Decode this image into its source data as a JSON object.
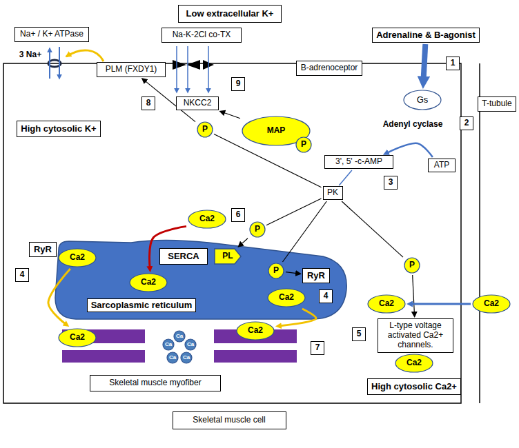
{
  "diagram": {
    "nodes": [
      {
        "text": [
          "Low extracellular K+"
        ]
      },
      {
        "text": [
          "Na+ / K+ ATPase"
        ]
      },
      {
        "text": [
          "Na-K-2Cl co-TX"
        ]
      },
      {
        "text": [
          "Adrenaline & B-agonist"
        ]
      },
      {
        "text": [
          "PLM (FXDY1)"
        ]
      },
      {
        "text": [
          "B-adrenoceptor"
        ]
      },
      {
        "text": [
          "NKCC2"
        ]
      },
      {
        "text": [
          "T-tubule"
        ]
      },
      {
        "text": [
          "Gs"
        ]
      },
      {
        "text": [
          "High cytosolic K+"
        ]
      },
      {
        "text": [
          "MAP"
        ]
      },
      {
        "text": [
          "P"
        ]
      },
      {
        "text": [
          "P"
        ]
      },
      {
        "text": [
          "ATP"
        ]
      },
      {
        "text": [
          "3', 5' -c-AMP"
        ]
      },
      {
        "text": [
          "PK"
        ]
      },
      {
        "text": [
          "Ca2"
        ]
      },
      {
        "text": [
          "P"
        ]
      },
      {
        "text": [
          "Sarcoplasmic reticulum"
        ]
      },
      {
        "text": [
          "Ca2"
        ],
        "in": 18
      },
      {
        "text": [
          "Ca2"
        ],
        "in": 18
      },
      {
        "text": [
          "Ca2"
        ],
        "in": 18
      },
      {
        "text": [
          "RyR"
        ]
      },
      {
        "text": [
          "SERCA"
        ]
      },
      {
        "text": [
          "PL"
        ]
      },
      {
        "text": [
          "RyR"
        ]
      },
      {
        "text": [
          "P"
        ]
      },
      {
        "text": [
          "P"
        ]
      },
      {
        "text": [
          "Ca2"
        ]
      },
      {
        "text": [
          "Ca2"
        ]
      },
      {
        "text": [
          "L-type voltage activated Ca2+ channels."
        ]
      },
      {
        "text": [
          "Ca2"
        ]
      },
      {
        "text": [
          "Ca2"
        ]
      },
      {
        "text": [
          "Ca"
        ]
      },
      {
        "text": [
          "Ca"
        ]
      },
      {
        "text": [
          "Ca"
        ]
      },
      {
        "text": [
          "Ca"
        ]
      },
      {
        "text": [
          "Ca"
        ]
      },
      {
        "text": [
          "Skeletal muscle myofiber"
        ]
      },
      {
        "text": [
          "Ca2"
        ]
      },
      {
        "text": [
          "High cytosolic Ca2+"
        ]
      },
      {
        "text": [
          "Skeletal muscle cell"
        ]
      }
    ],
    "edges": [
      {
        "from": 3,
        "to": 8,
        "arrow": "to"
      },
      {
        "from": 13,
        "to": 14,
        "arrow": "to"
      },
      {
        "from": 14,
        "to": 15,
        "arrow": "none"
      },
      {
        "from": 15,
        "to": 12,
        "arrow": "none"
      },
      {
        "from": 12,
        "to": 4,
        "arrow": "to"
      },
      {
        "from": 10,
        "to": 6,
        "arrow": "to"
      },
      {
        "from": 15,
        "to": 17,
        "arrow": "none"
      },
      {
        "from": 17,
        "to": 24,
        "arrow": "to"
      },
      {
        "from": 15,
        "to": 26,
        "arrow": "none"
      },
      {
        "from": 26,
        "to": 25,
        "arrow": "to"
      },
      {
        "from": 15,
        "to": 27,
        "arrow": "none"
      },
      {
        "from": 27,
        "to": 30,
        "arrow": "to"
      },
      {
        "from": 16,
        "to": 20,
        "arrow": "to"
      },
      {
        "from": 19,
        "to": 31,
        "arrow": "to"
      },
      {
        "from": 21,
        "to": 32,
        "arrow": "to"
      },
      {
        "from": 29,
        "to": 28,
        "arrow": "to"
      }
    ],
    "labels": [
      "1",
      "3 Na+",
      "9",
      "8",
      "Adenyl cyclase",
      "2",
      "3",
      "6",
      "4",
      "4",
      "5",
      "7"
    ]
  }
}
